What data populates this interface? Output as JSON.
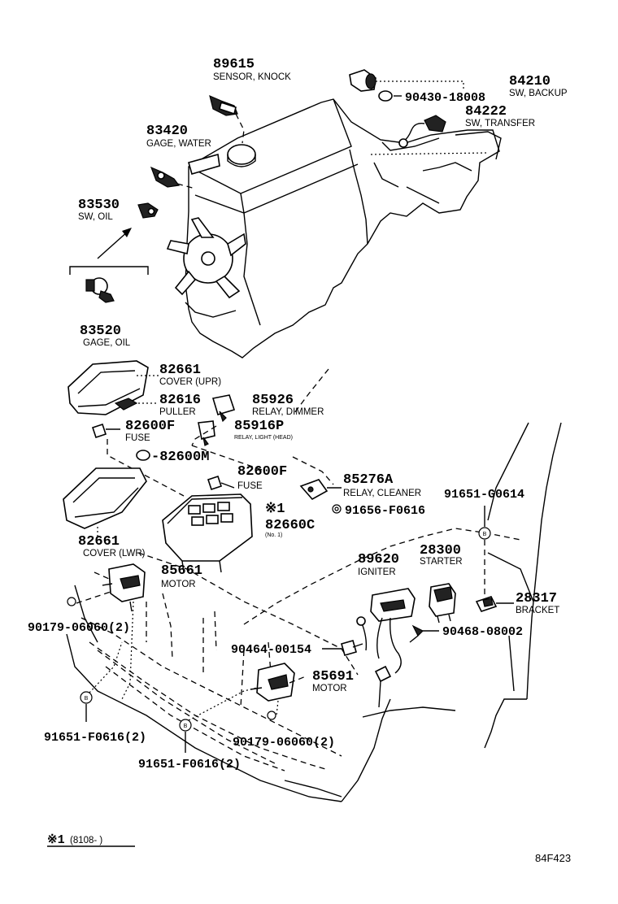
{
  "parts": {
    "p89615": {
      "number": "89615",
      "name": "SENSOR, KNOCK"
    },
    "p84210": {
      "number": "84210",
      "name": "SW, BACKUP"
    },
    "p90430": {
      "number": "90430-18008"
    },
    "p84222": {
      "number": "84222",
      "name": "SW, TRANSFER"
    },
    "p83420": {
      "number": "83420",
      "name": "GAGE, WATER"
    },
    "p83530": {
      "number": "83530",
      "name": "SW, OIL"
    },
    "p83520": {
      "number": "83520",
      "name": "GAGE, OIL"
    },
    "p82661_upr": {
      "number": "82661",
      "name": "COVER (UPR)"
    },
    "p82616": {
      "number": "82616",
      "name": "PULLER"
    },
    "p85926": {
      "number": "85926",
      "name": "RELAY, DIMMER"
    },
    "p82600F_a": {
      "number": "82600F",
      "name": "FUSE"
    },
    "p85916P": {
      "number": "85916P",
      "name": "RELAY, LIGHT (HEAD)"
    },
    "p82600M": {
      "number": "-82600M"
    },
    "p82600F_b": {
      "number": "82600F",
      "name": "FUSE"
    },
    "p85276A": {
      "number": "85276A",
      "name": "RELAY, CLEANER"
    },
    "p91651_G0614": {
      "number": "91651-G0614"
    },
    "p91656": {
      "number": "91656-F0616"
    },
    "p82660C": {
      "mark": "※1",
      "number": "82660C",
      "name": "(No. 1)"
    },
    "p82661_lwr": {
      "number": "82661",
      "name": "COVER (LWR)"
    },
    "p85661": {
      "number": "85661",
      "name": "MOTOR"
    },
    "p89620": {
      "number": "89620",
      "name": "IGNITER"
    },
    "p28300": {
      "number": "28300",
      "name": "STARTER"
    },
    "p28317": {
      "number": "28317",
      "name": "BRACKET"
    },
    "p90179_a": {
      "number": "90179-06060(2)"
    },
    "p90468": {
      "number": "90468-08002"
    },
    "p90464": {
      "number": "90464-00154"
    },
    "p85691": {
      "number": "85691",
      "name": "MOTOR"
    },
    "p91651_F0616_a": {
      "number": "91651-F0616(2)"
    },
    "p90179_b": {
      "number": "90179-06060(2)"
    },
    "p91651_F0616_b": {
      "number": "91651-F0616(2)"
    }
  },
  "markers": {
    "bolt_symbol": "B"
  },
  "footnote": {
    "mark": "※1",
    "text": "(8108-      )"
  },
  "figure_code": "84F423"
}
